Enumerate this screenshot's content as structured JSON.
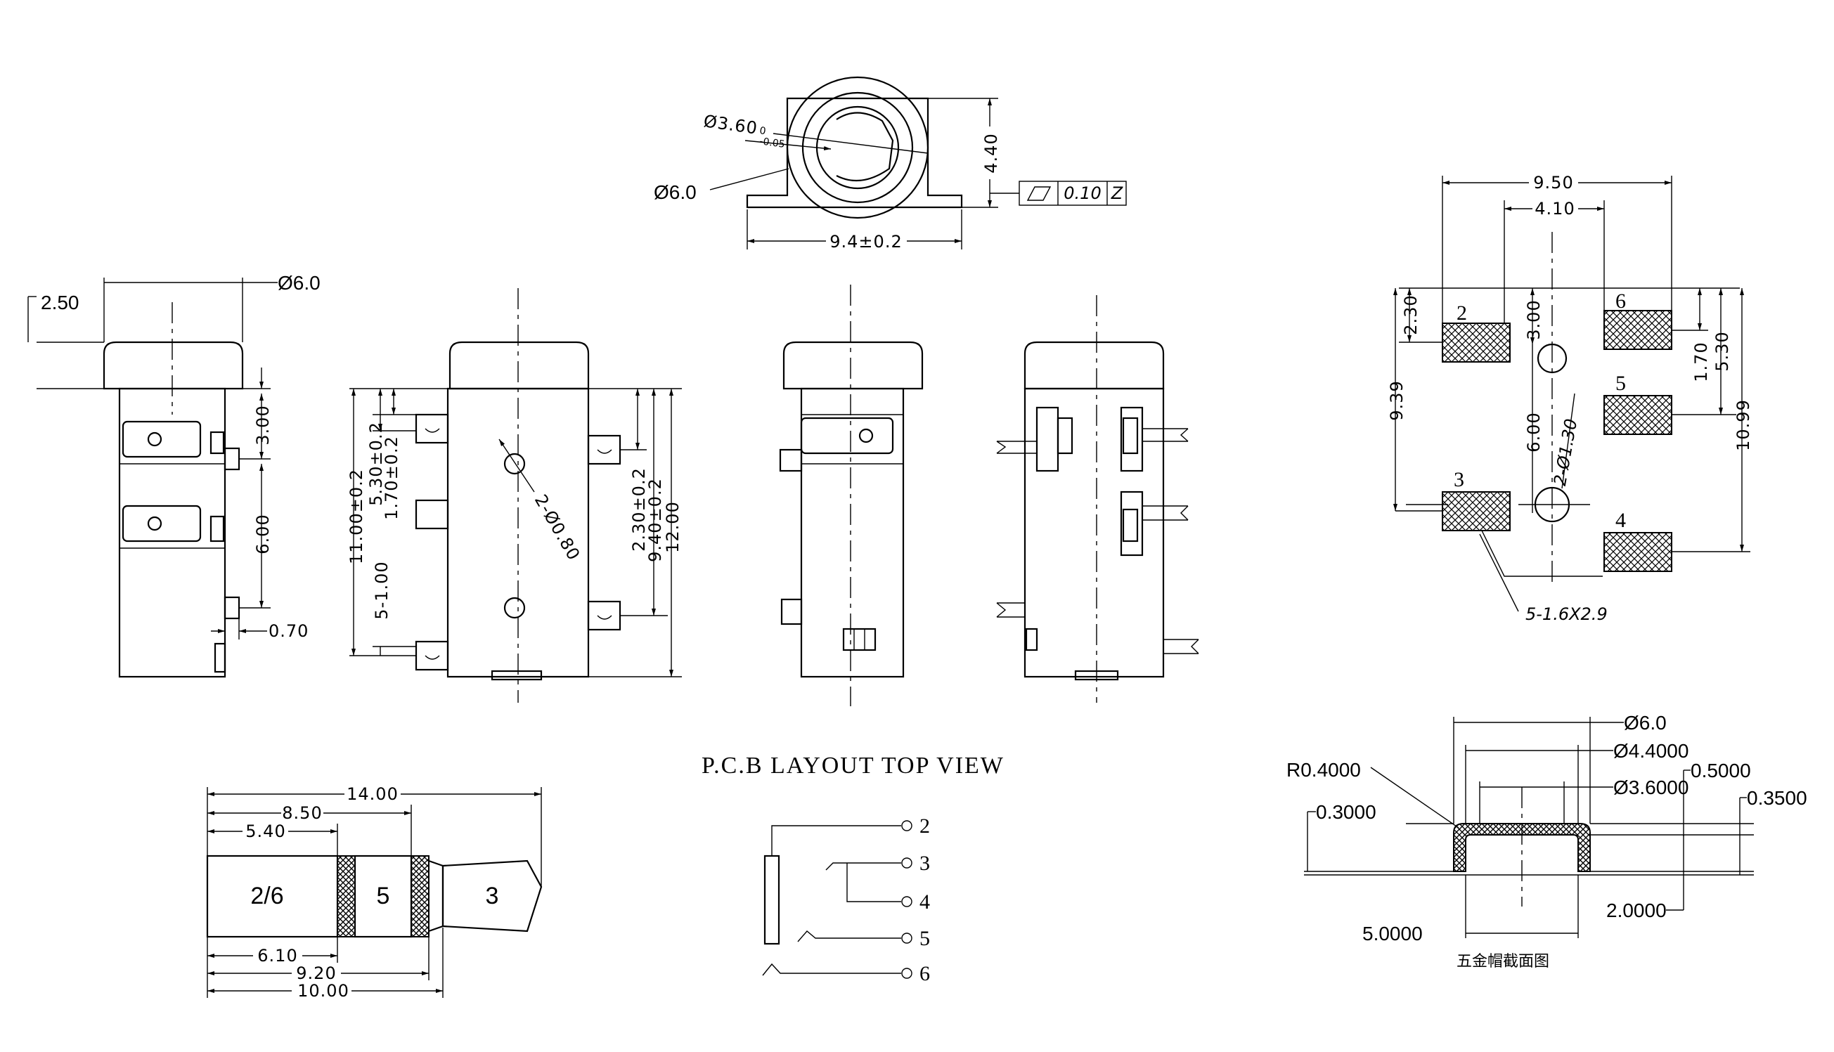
{
  "top_view": {
    "dia_bore": "Ø3.60",
    "bore_tol_upper": "0",
    "bore_tol_lower": "-0.05",
    "dia_body": "Ø6.0",
    "height": "4.40",
    "width": "9.4±0.2",
    "flatness_value": "0.10",
    "flatness_datum": "Z"
  },
  "side_view": {
    "dia": "Ø6.0",
    "protrusion": "2.50",
    "pitch_a": "3.00",
    "pitch_b": "6.00",
    "pin_offset": "0.70"
  },
  "front_view": {
    "overall_left": "11.00±0.2",
    "d1": "5.30±0.2",
    "d2": "1.70±0.2",
    "d3": "5-1.00",
    "hole_spec": "2-Ø0.80",
    "r1": "2.30±0.2",
    "r2": "9.40±0.2",
    "r3": "12.00"
  },
  "pcb_layout": {
    "title": "P.C.B LAYOUT TOP VIEW",
    "w_total": "9.50",
    "w_inner": "4.10",
    "left_1": "2.30",
    "left_2": "9.39",
    "mid_1": "3.00",
    "mid_2": "6.00",
    "hole_spec": "2-Ø1.30",
    "right_1": "1.70",
    "right_2": "5.30",
    "right_3": "10.99",
    "pad_spec": "5-1.6X2.9",
    "pad_labels": [
      "2",
      "6",
      "5",
      "3",
      "4"
    ]
  },
  "plug": {
    "top_dims": [
      "14.00",
      "8.50",
      "5.40"
    ],
    "bottom_dims": [
      "6.10",
      "9.20",
      "10.00"
    ],
    "segments": [
      "2/6",
      "5",
      "3"
    ]
  },
  "schematic": {
    "pins": [
      "2",
      "3",
      "4",
      "5",
      "6"
    ]
  },
  "cap_section": {
    "d_outer": "Ø6.0",
    "d_mid": "Ø4.4000",
    "d_inner": "Ø3.6000",
    "radius": "R0.4000",
    "t1": "0.5000",
    "t2": "0.3000",
    "t3": "0.3500",
    "w_base": "5.0000",
    "h": "2.0000",
    "caption": "五金帽截面图"
  }
}
